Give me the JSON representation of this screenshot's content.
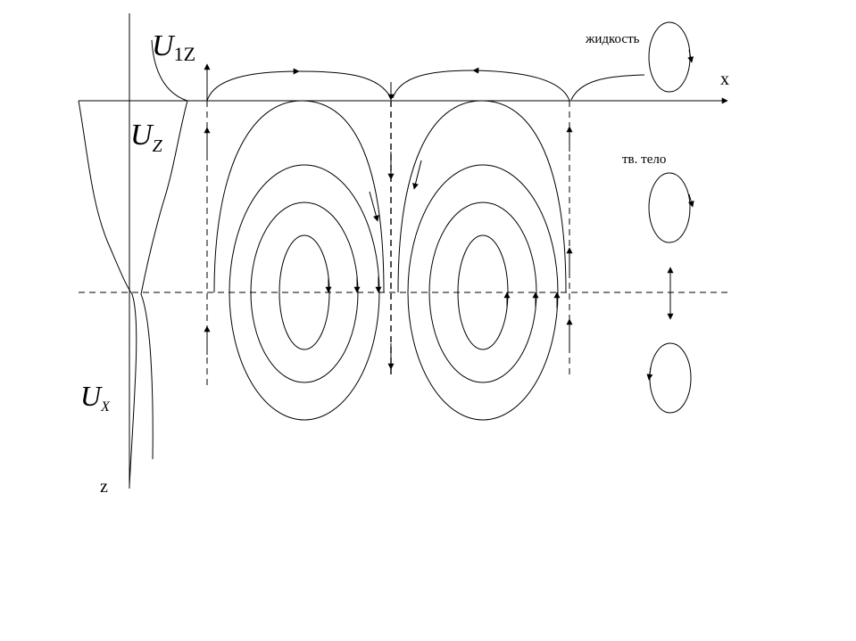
{
  "labels": {
    "u1z_main": "U",
    "u1z_sub": "1Z",
    "uz_main": "U",
    "uz_sub": "Z",
    "ux_main": "U",
    "ux_sub": "X",
    "x_axis": "x",
    "z_axis": "z",
    "liquid": "жидкость",
    "solid": "тв. тело"
  },
  "colors": {
    "stroke": "#000000",
    "background": "#ffffff"
  }
}
